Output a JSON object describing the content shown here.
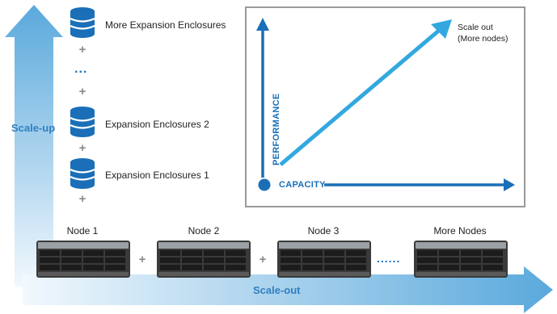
{
  "enclosures": {
    "more": "More Expansion Enclosures",
    "e2": "Expansion Enclosures 2",
    "e1": "Expansion Enclosures 1",
    "plus": "+",
    "ellipsis": "...",
    "scale_up": "Scale-up"
  },
  "chart": {
    "y_label": "PERFORMANCE",
    "x_label": "CAPACITY",
    "scale_out_line1": "Scale out",
    "scale_out_line2": "(More nodes)"
  },
  "nodes": {
    "n1": "Node 1",
    "n2": "Node 2",
    "n3": "Node 3",
    "more": "More Nodes",
    "plus": "+",
    "dots": "......",
    "scale_out": "Scale-out"
  },
  "colors": {
    "accent": "#1a6fb8",
    "arrow_gradient_start": "#e8f3fb",
    "arrow_gradient_end": "#5aa9dc",
    "frame": "#9a9a9a"
  }
}
